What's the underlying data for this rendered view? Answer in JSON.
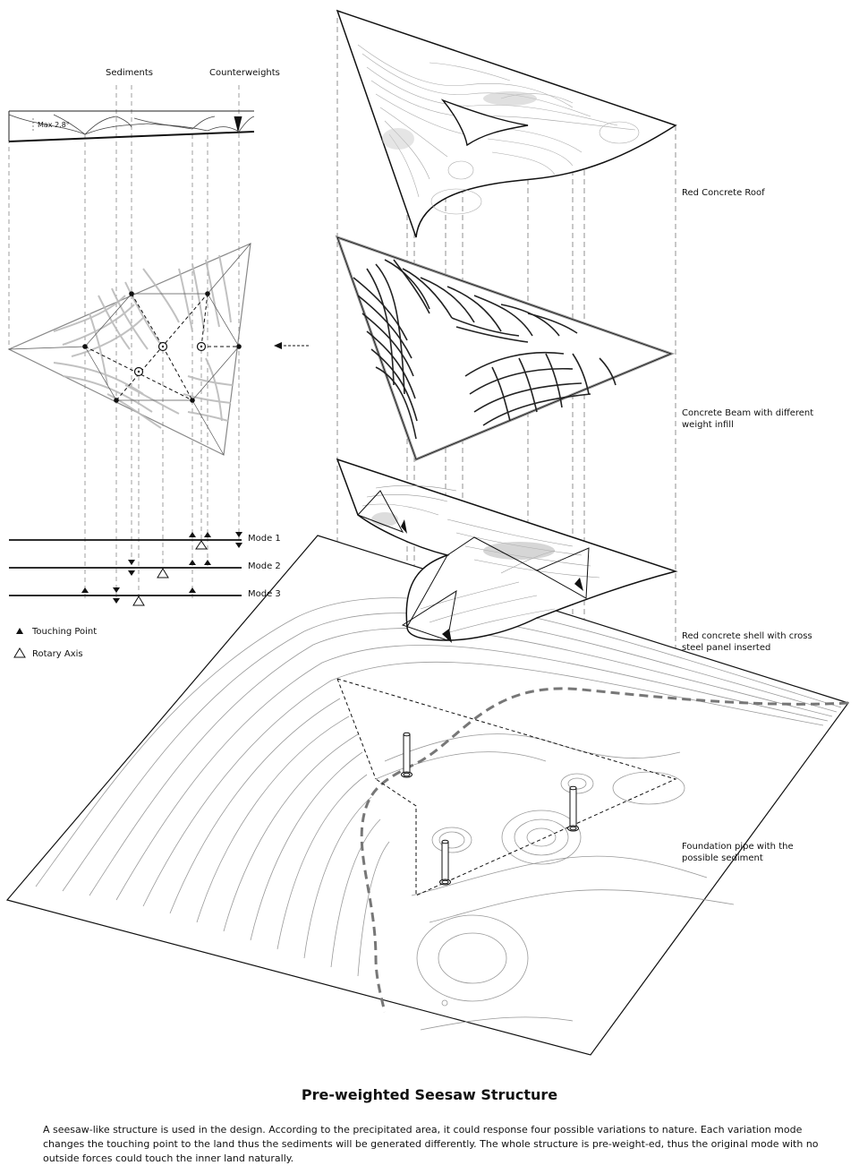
{
  "labels": {
    "sediments": "Sediments",
    "counterweights": "Counterweights",
    "max_angle": "Max 2.8°",
    "mode1": "Mode 1",
    "mode2": "Mode 2",
    "mode3": "Mode 3",
    "touching_point": "Touching Point",
    "rotary_axis": "Rotary Axis"
  },
  "layers": {
    "roof": "Red Concrete Roof",
    "beam": "Concrete Beam with different weight infill",
    "shell": "Red concrete shell with cross steel panel inserted",
    "foundation": "Foundation pipe with the possible sediment"
  },
  "title": "Pre-weighted Seesaw Structure",
  "description": "A seesaw-like structure is used in the design. According to the precipitated area, it could response four possible variations to nature. Each variation mode changes the touching point to the land thus the sediments will be generated differently. The whole structure is pre-weight-ed, thus the original mode with no outside forces could touch the inner land naturally."
}
